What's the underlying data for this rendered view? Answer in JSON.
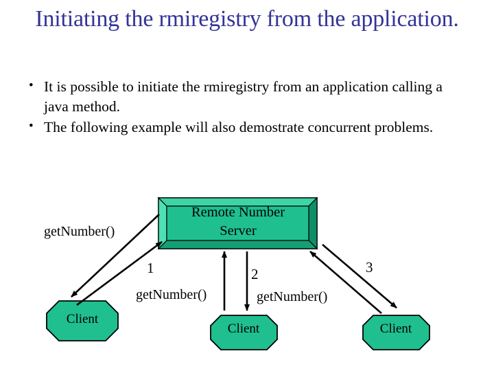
{
  "slide": {
    "title": "Initiating the rmiregistry from the application.",
    "title_color": "#333399",
    "bullets": [
      "It is possible to initiate the rmiregistry from an application calling a java method.",
      "The following example will also demostrate concurrent problems."
    ],
    "bullet_marker": "•"
  },
  "diagram": {
    "colors": {
      "shape_fill": "#1FBF8F",
      "bevel_light": "#4FE0B4",
      "bevel_dark": "#0E8E68",
      "outline": "#000000",
      "arrow": "#000000"
    },
    "server": {
      "label": "Remote Number\nServer",
      "shape": "beveled-rectangle"
    },
    "clients": [
      {
        "label": "Client",
        "shape": "octagon"
      },
      {
        "label": "Client",
        "shape": "octagon"
      },
      {
        "label": "Client",
        "shape": "octagon"
      }
    ],
    "call_labels": [
      "getNumber()",
      "getNumber()",
      "getNumber()"
    ],
    "sequence_numbers": [
      "1",
      "2",
      "3"
    ]
  }
}
